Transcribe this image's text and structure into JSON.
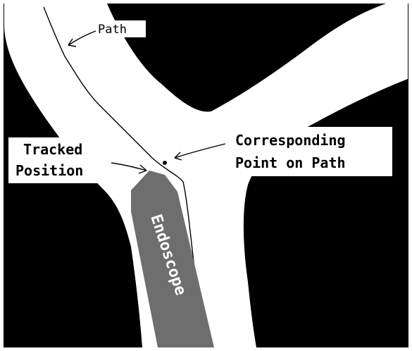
{
  "labels": {
    "path": "Path",
    "tracked_line1": "Tracked",
    "tracked_line2": "Position",
    "corresponding_line1": "Corresponding",
    "corresponding_line2": "Point on Path",
    "endoscope": "Endoscope"
  },
  "colors": {
    "background": "#000000",
    "airway": "#ffffff",
    "endoscope": "#6e6e6e",
    "line": "#000000"
  }
}
